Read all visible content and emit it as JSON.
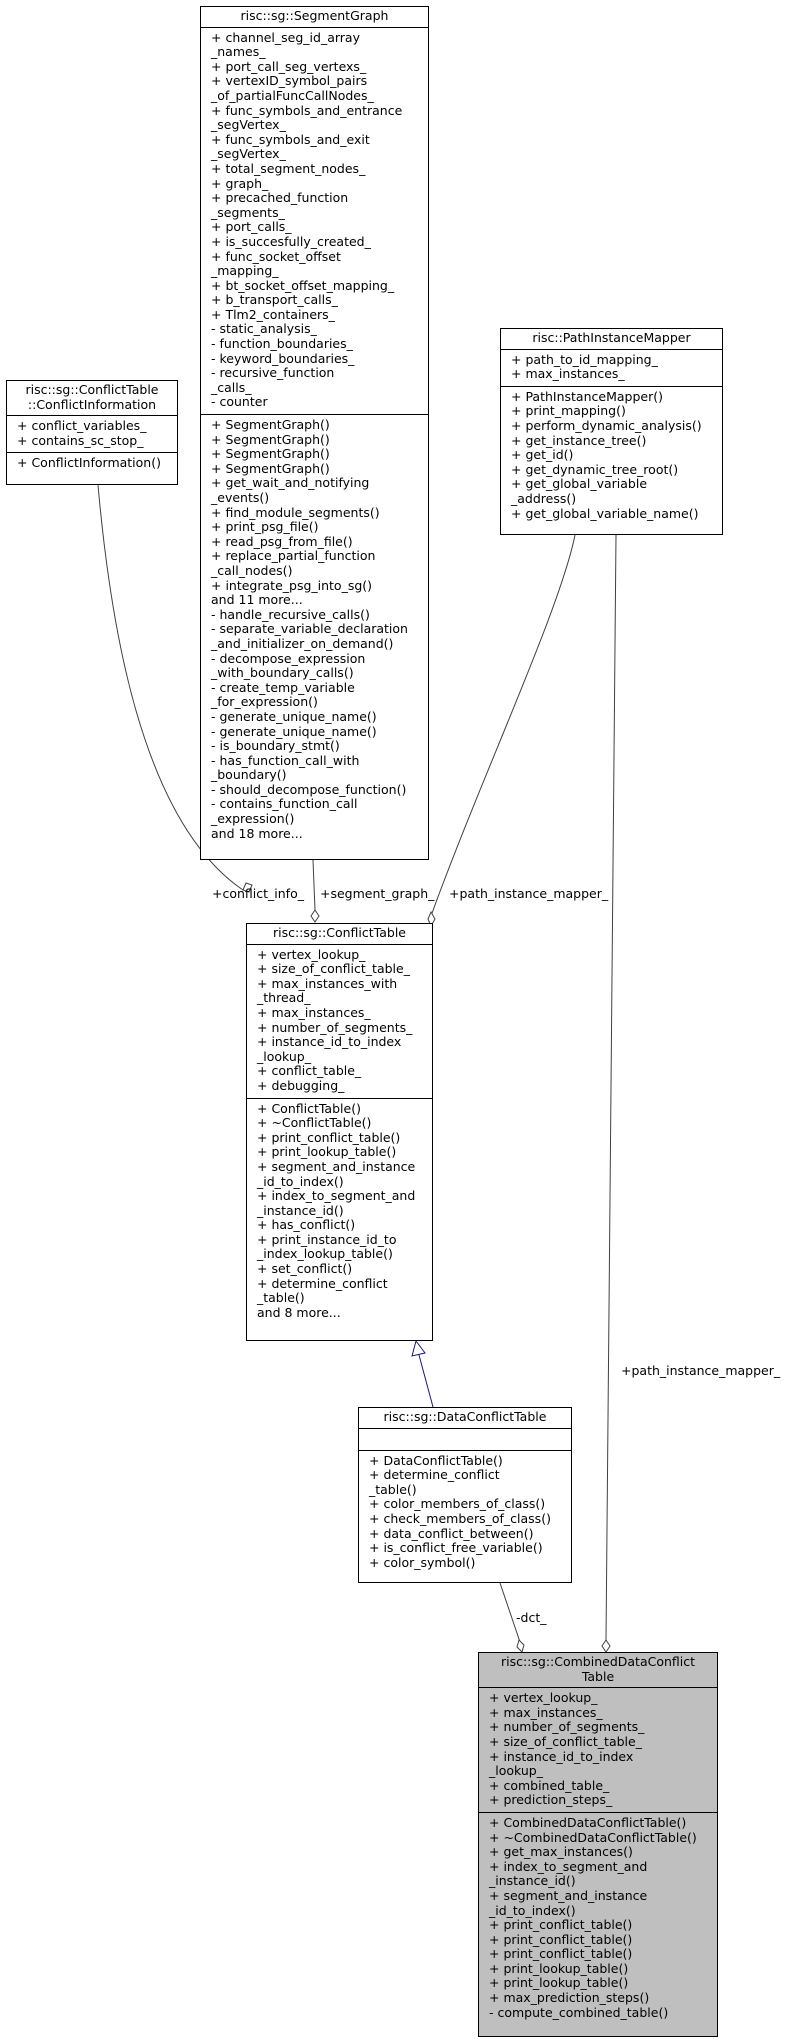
{
  "classes": {
    "segment_graph": {
      "title": [
        "risc::sg::SegmentGraph"
      ],
      "attributes": [
        "+ channel_seg_id_array",
        "_names_",
        "+ port_call_seg_vertexs_",
        "+ vertexID_symbol_pairs",
        "_of_partialFuncCallNodes_",
        "+ func_symbols_and_entrance",
        "_segVertex_",
        "+ func_symbols_and_exit",
        "_segVertex_",
        "+ total_segment_nodes_",
        "+ graph_",
        "+ precached_function",
        "_segments_",
        "+ port_calls_",
        "+ is_succesfully_created_",
        "+ func_socket_offset",
        "_mapping_",
        "+ bt_socket_offset_mapping_",
        "+ b_transport_calls_",
        "+ Tlm2_containers_",
        "- static_analysis_",
        "- function_boundaries_",
        "- keyword_boundaries_",
        "- recursive_function",
        "_calls_",
        "- counter"
      ],
      "methods": [
        "+ SegmentGraph()",
        "+ SegmentGraph()",
        "+ SegmentGraph()",
        "+ SegmentGraph()",
        "+ get_wait_and_notifying",
        "_events()",
        "+ find_module_segments()",
        "+ print_psg_file()",
        "+ read_psg_from_file()",
        "+ replace_partial_function",
        "_call_nodes()",
        "+ integrate_psg_into_sg()",
        "and 11 more...",
        "- handle_recursive_calls()",
        "- separate_variable_declaration",
        "_and_initializer_on_demand()",
        "- decompose_expression",
        "_with_boundary_calls()",
        "- create_temp_variable",
        "_for_expression()",
        "- generate_unique_name()",
        "- generate_unique_name()",
        "- is_boundary_stmt()",
        "- has_function_call_with",
        "_boundary()",
        "- should_decompose_function()",
        "- contains_function_call",
        "_expression()",
        "and 18 more..."
      ]
    },
    "conflict_information": {
      "title": [
        "risc::sg::ConflictTable",
        "::ConflictInformation"
      ],
      "attributes": [
        "+ conflict_variables_",
        "+ contains_sc_stop_"
      ],
      "methods": [
        "+ ConflictInformation()"
      ]
    },
    "path_instance_mapper": {
      "title": [
        "risc::PathInstanceMapper"
      ],
      "attributes": [
        "+ path_to_id_mapping_",
        "+ max_instances_"
      ],
      "methods": [
        "+ PathInstanceMapper()",
        "+ print_mapping()",
        "+ perform_dynamic_analysis()",
        "+ get_instance_tree()",
        "+ get_id()",
        "+ get_dynamic_tree_root()",
        "+ get_global_variable",
        "_address()",
        "+ get_global_variable_name()"
      ]
    },
    "conflict_table": {
      "title": [
        "risc::sg::ConflictTable"
      ],
      "attributes": [
        "+ vertex_lookup_",
        "+ size_of_conflict_table_",
        "+ max_instances_with",
        "_thread_",
        "+ max_instances_",
        "+ number_of_segments_",
        "+ instance_id_to_index",
        "_lookup_",
        "+ conflict_table_",
        "+ debugging_"
      ],
      "methods": [
        "+ ConflictTable()",
        "+ ~ConflictTable()",
        "+ print_conflict_table()",
        "+ print_lookup_table()",
        "+ segment_and_instance",
        "_id_to_index()",
        "+ index_to_segment_and",
        "_instance_id()",
        "+ has_conflict()",
        "+ print_instance_id_to",
        "_index_lookup_table()",
        "+ set_conflict()",
        "+ determine_conflict",
        "_table()",
        "and 8 more..."
      ]
    },
    "data_conflict_table": {
      "title": [
        "risc::sg::DataConflictTable"
      ],
      "attributes": [],
      "methods": [
        "+ DataConflictTable()",
        "+ determine_conflict",
        "_table()",
        "+ color_members_of_class()",
        "+ check_members_of_class()",
        "+ data_conflict_between()",
        "+ is_conflict_free_variable()",
        "+ color_symbol()"
      ]
    },
    "combined_data_conflict_table": {
      "title": [
        "risc::sg::CombinedDataConflict",
        "Table"
      ],
      "attributes": [
        "+ vertex_lookup_",
        "+ max_instances_",
        "+ number_of_segments_",
        "+ size_of_conflict_table_",
        "+ instance_id_to_index",
        "_lookup_",
        "+ combined_table_",
        "+ prediction_steps_"
      ],
      "methods": [
        "+ CombinedDataConflictTable()",
        "+ ~CombinedDataConflictTable()",
        "+ get_max_instances()",
        "+ index_to_segment_and",
        "_instance_id()",
        "+ segment_and_instance",
        "_id_to_index()",
        "+ print_conflict_table()",
        "+ print_conflict_table()",
        "+ print_conflict_table()",
        "+ print_lookup_table()",
        "+ print_lookup_table()",
        "+ max_prediction_steps()",
        "- compute_combined_table()"
      ]
    }
  },
  "edge_labels": {
    "conflict_info": "+conflict_info_",
    "segment_graph": "+segment_graph_",
    "path_instance_mapper_ct": "+path_instance_mapper_",
    "path_instance_mapper_cdct": "+path_instance_mapper_",
    "dct": "-dct_"
  },
  "colors": {
    "highlight_fill": "#bfbfbf",
    "inheritance_edge": "#191970",
    "association_edge": "#404040"
  }
}
